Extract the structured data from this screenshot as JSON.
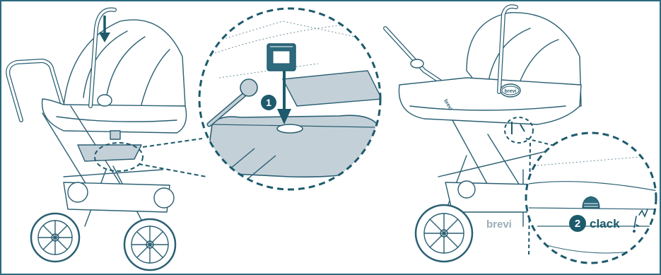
{
  "colors": {
    "line": "#2a5f72",
    "accent": "#1c5a6c",
    "fill": "#c4d0d8",
    "frame": "#2a6a80",
    "white": "#ffffff"
  },
  "steps": [
    {
      "number": "1"
    },
    {
      "number": "2",
      "text": "clack"
    }
  ],
  "brand": {
    "fabric_logo": "brevi",
    "handle_badge": "brevi",
    "frame_text": "brevi"
  },
  "icons": {
    "down_arrow": "arrow-down-icon",
    "click_sound": "click-burst-icon"
  }
}
